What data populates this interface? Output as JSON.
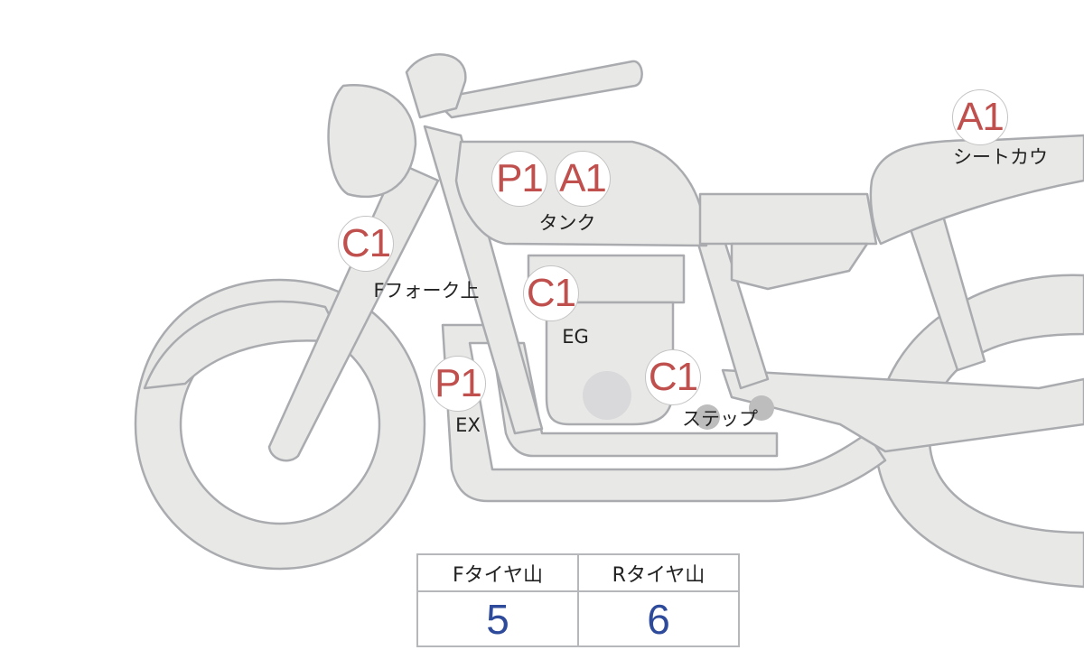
{
  "markers": [
    {
      "code": "P1",
      "part": "タンク"
    },
    {
      "code": "A1",
      "part": "タンク"
    },
    {
      "code": "C1",
      "part": "Fフォーク上"
    },
    {
      "code": "C1",
      "part": "EG"
    },
    {
      "code": "P1",
      "part": "EX"
    },
    {
      "code": "C1",
      "part": "ステップ"
    },
    {
      "code": "A1",
      "part": "シートカウ"
    }
  ],
  "labels": {
    "tank": "タンク",
    "fork": "Fフォーク上",
    "engine": "EG",
    "exhaust": "EX",
    "step": "ステップ",
    "seat": "シートカウ"
  },
  "tire_table": {
    "front_header": "Fタイヤ山",
    "rear_header": "Rタイヤ山",
    "front_value": "5",
    "rear_value": "6"
  },
  "colors": {
    "code": "#c0504d",
    "value": "#2e4a9a",
    "body": "#e8e8e6"
  }
}
